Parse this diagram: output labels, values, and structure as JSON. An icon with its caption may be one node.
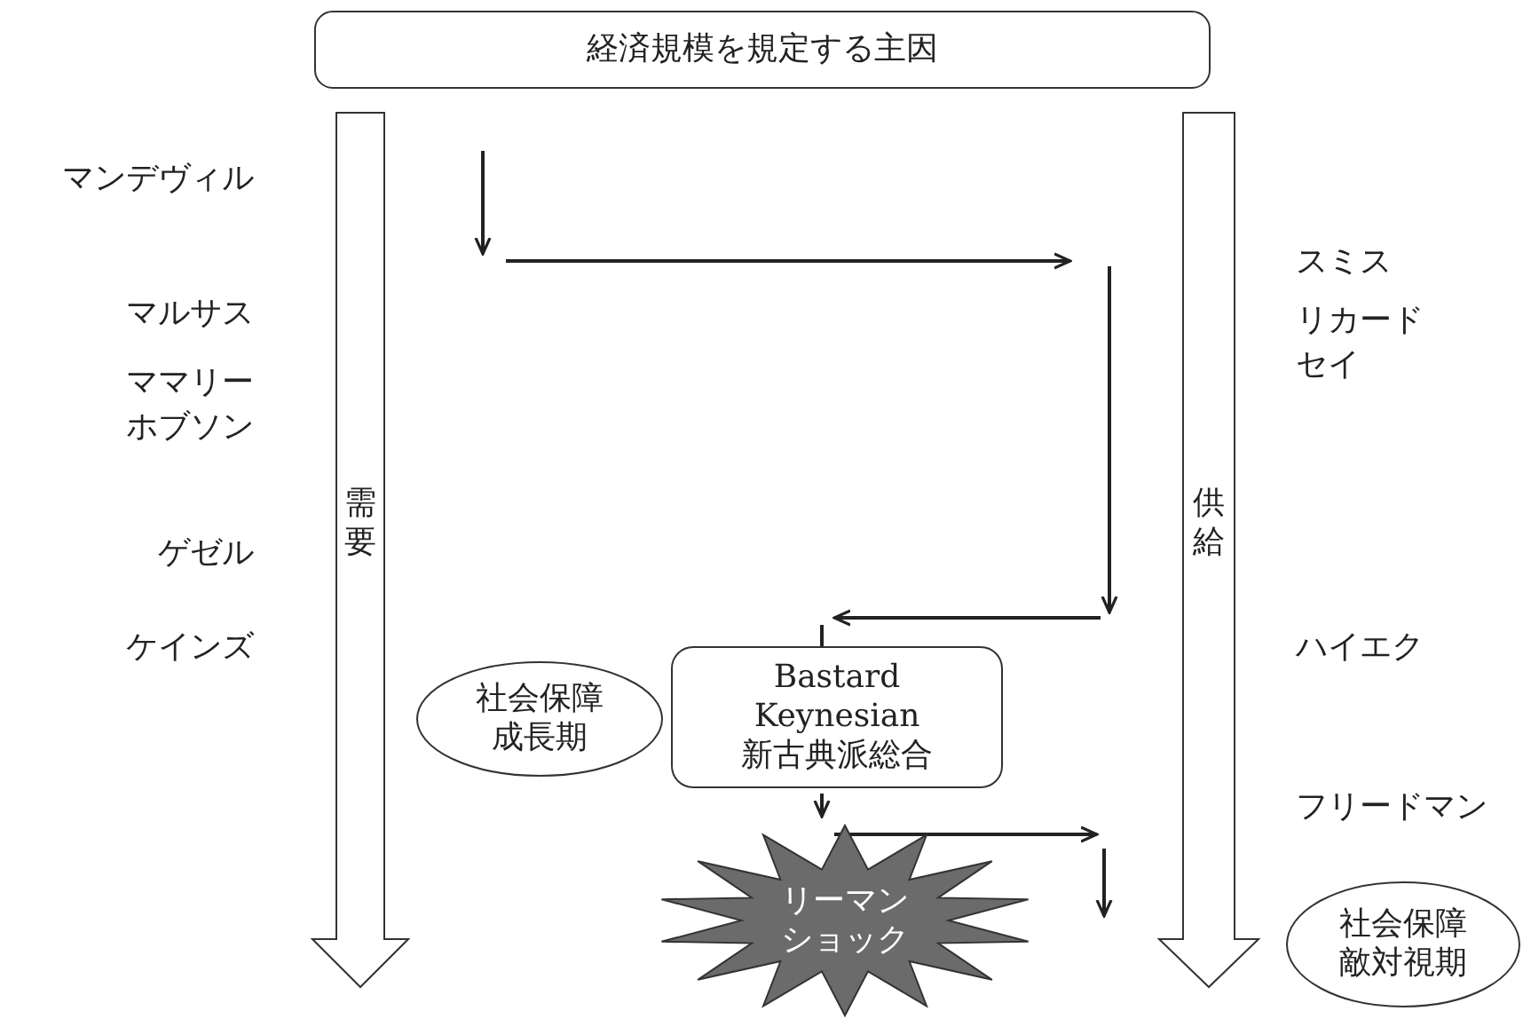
{
  "diagram": {
    "nodes": [
      {
        "text": [
          "経済規模を規定する主因"
        ]
      },
      {
        "text": [
          "需要"
        ]
      },
      {
        "text": [
          "供給"
        ]
      },
      {
        "text": [
          "社会保障成長期"
        ]
      },
      {
        "text": [
          "Bastard Keynesian",
          "新古典派総合"
        ]
      },
      {
        "text": [
          "リーマンショック"
        ]
      },
      {
        "text": [
          "社会保障敵対視期"
        ]
      }
    ],
    "labels": [
      "マンデヴィル",
      "スミス",
      "マルサス",
      "リカード",
      "セイ",
      "ママリー",
      "ホブソン",
      "ゲゼル",
      "ケインズ",
      "ハイエク",
      "フリードマン"
    ]
  }
}
